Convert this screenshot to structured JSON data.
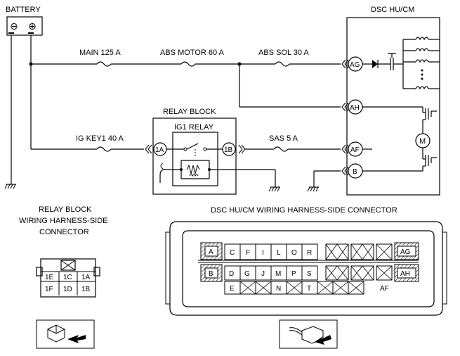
{
  "labels": {
    "battery": "BATTERY",
    "battery_neg": "⊖",
    "battery_pos": "⊕",
    "main_fuse": "MAIN 125 A",
    "abs_motor_fuse": "ABS MOTOR 60 A",
    "abs_sol_fuse": "ABS SOL 30 A",
    "dsc_title": "DSC HU/CM",
    "relay_block": "RELAY BLOCK",
    "ig1_relay": "IG1 RELAY",
    "ig_key1_fuse": "IG KEY1 40 A",
    "sas_fuse": "SAS 5 A",
    "motor": "M"
  },
  "terminals": {
    "ag": "AG",
    "ah": "AH",
    "af": "AF",
    "b": "B",
    "t1a": "1A",
    "t1b": "1B"
  },
  "relay_connector": {
    "title_line1": "RELAY BLOCK",
    "title_line2": "WIRING HARNESS-SIDE",
    "title_line3": "CONNECTOR",
    "pins": [
      "1E",
      "1C",
      "1A",
      "1F",
      "1D",
      "1B"
    ]
  },
  "dsc_connector": {
    "title": "DSC HU/CM WIRING HARNESS-SIDE CONNECTOR",
    "row1": [
      "A",
      "C",
      "F",
      "I",
      "L",
      "O",
      "R",
      "",
      "",
      "",
      "AG"
    ],
    "row2": [
      "B",
      "D",
      "G",
      "J",
      "M",
      "P",
      "S",
      "",
      "",
      "",
      "AH"
    ],
    "row3": [
      "E",
      "",
      "",
      "N",
      "",
      "T",
      "",
      "",
      "",
      "AF"
    ]
  }
}
